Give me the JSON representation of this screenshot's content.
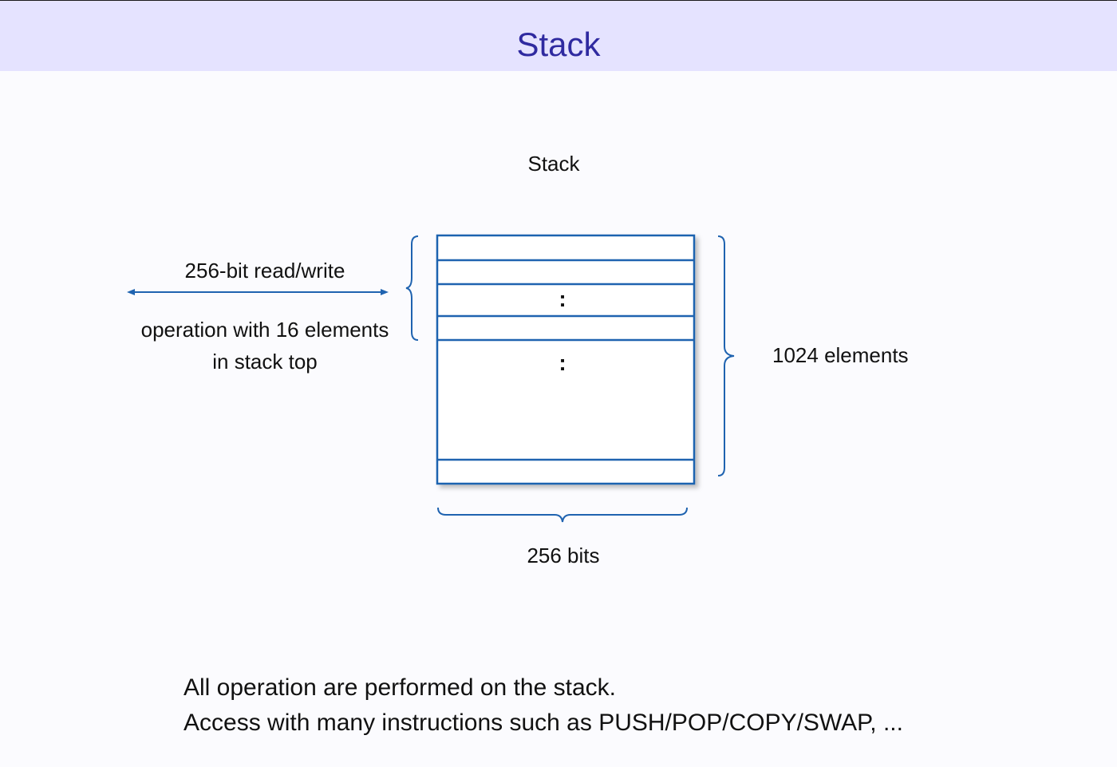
{
  "slide": {
    "title": "Stack"
  },
  "diagram": {
    "heading": "Stack",
    "left_label": "256-bit read/write",
    "left_desc_line1": "operation with 16 elements",
    "left_desc_line2": "in stack top",
    "right_label": "1024 elements",
    "bottom_label": "256 bits",
    "ellipsis_top": ":",
    "ellipsis_mid": ":",
    "stroke_color": "#1f63b0"
  },
  "footer": {
    "line1": "All operation are performed on the stack.",
    "line2": "Access with many instructions such as PUSH/POP/COPY/SWAP, ..."
  }
}
